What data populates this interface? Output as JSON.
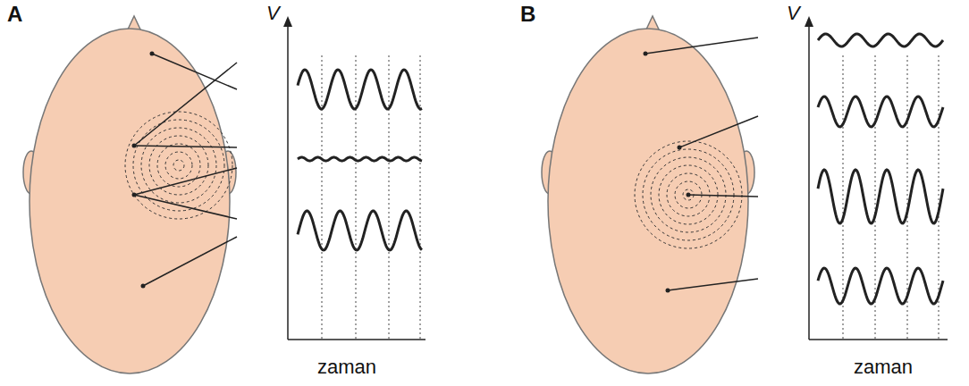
{
  "diagram": {
    "labels": [
      "A",
      "V",
      "zaman",
      "B",
      "V",
      "zaman"
    ]
  }
}
